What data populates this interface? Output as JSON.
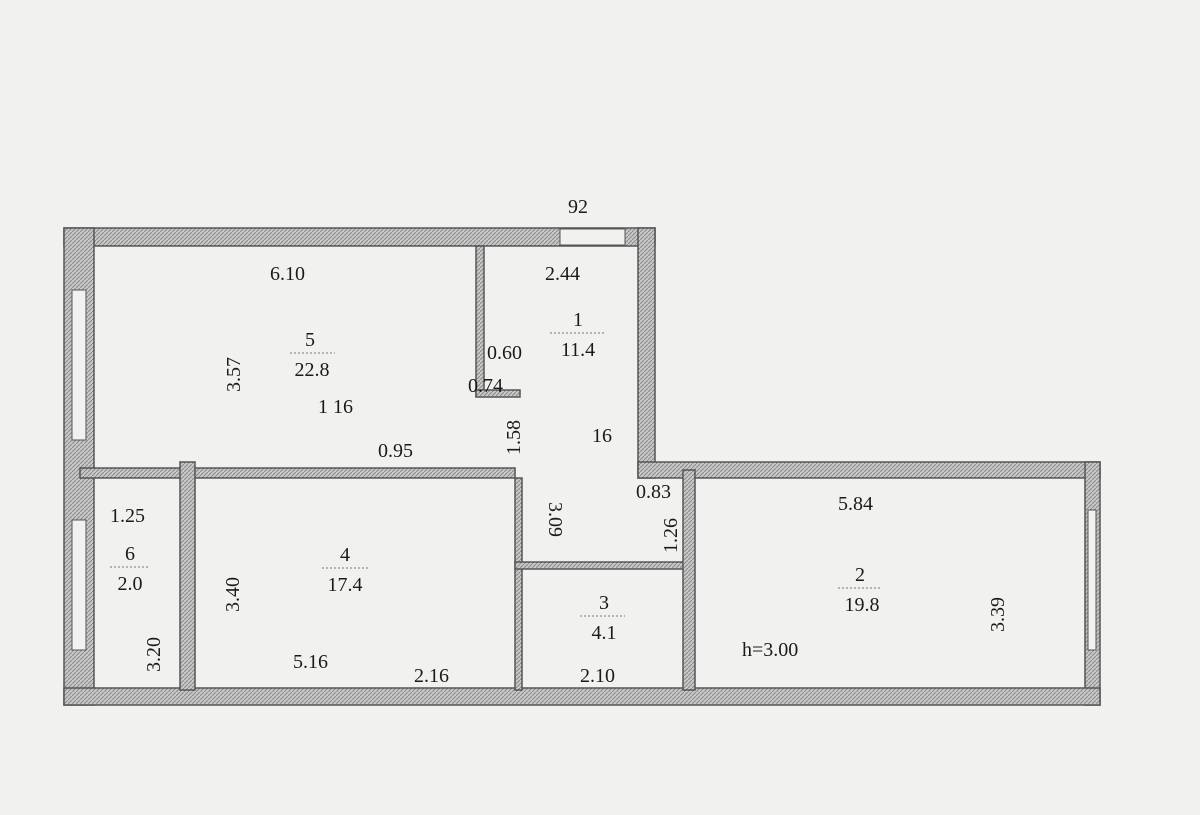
{
  "colors": {
    "wall": "#bdbdbd",
    "wall_edge": "#555555",
    "paper": "#f1f1ef",
    "text": "#1a1a1a"
  },
  "rooms": [
    {
      "number": "1",
      "area": "11.4"
    },
    {
      "number": "2",
      "area": "19.8"
    },
    {
      "number": "3",
      "area": "4.1"
    },
    {
      "number": "4",
      "area": "17.4"
    },
    {
      "number": "5",
      "area": "22.8"
    },
    {
      "number": "6",
      "area": "2.0"
    }
  ],
  "dimensions": {
    "d92": "92",
    "d244": "2.44",
    "d610": "6.10",
    "d357": "3.57",
    "d116": "1 16",
    "d060": "0.60",
    "d074": "0.74",
    "d158": "1.58",
    "d16": "16",
    "d095": "0.95",
    "d309": "3.09",
    "d083": "0.83",
    "d126": "1.26",
    "d584": "5.84",
    "d339": "3.39",
    "d125": "1.25",
    "d340": "3.40",
    "d320": "3.20",
    "d516": "5.16",
    "d216": "2.16",
    "d210": "2.10"
  },
  "ceiling_height": "h=3.00"
}
